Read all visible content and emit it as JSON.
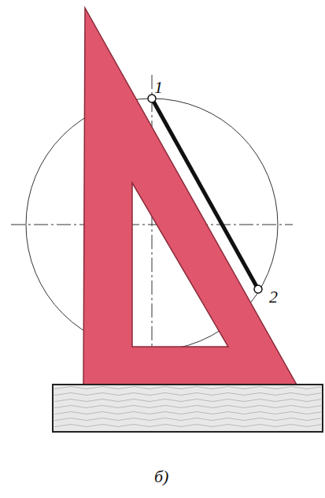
{
  "diagram": {
    "labels": [
      "1",
      "2",
      "б)"
    ]
  }
}
